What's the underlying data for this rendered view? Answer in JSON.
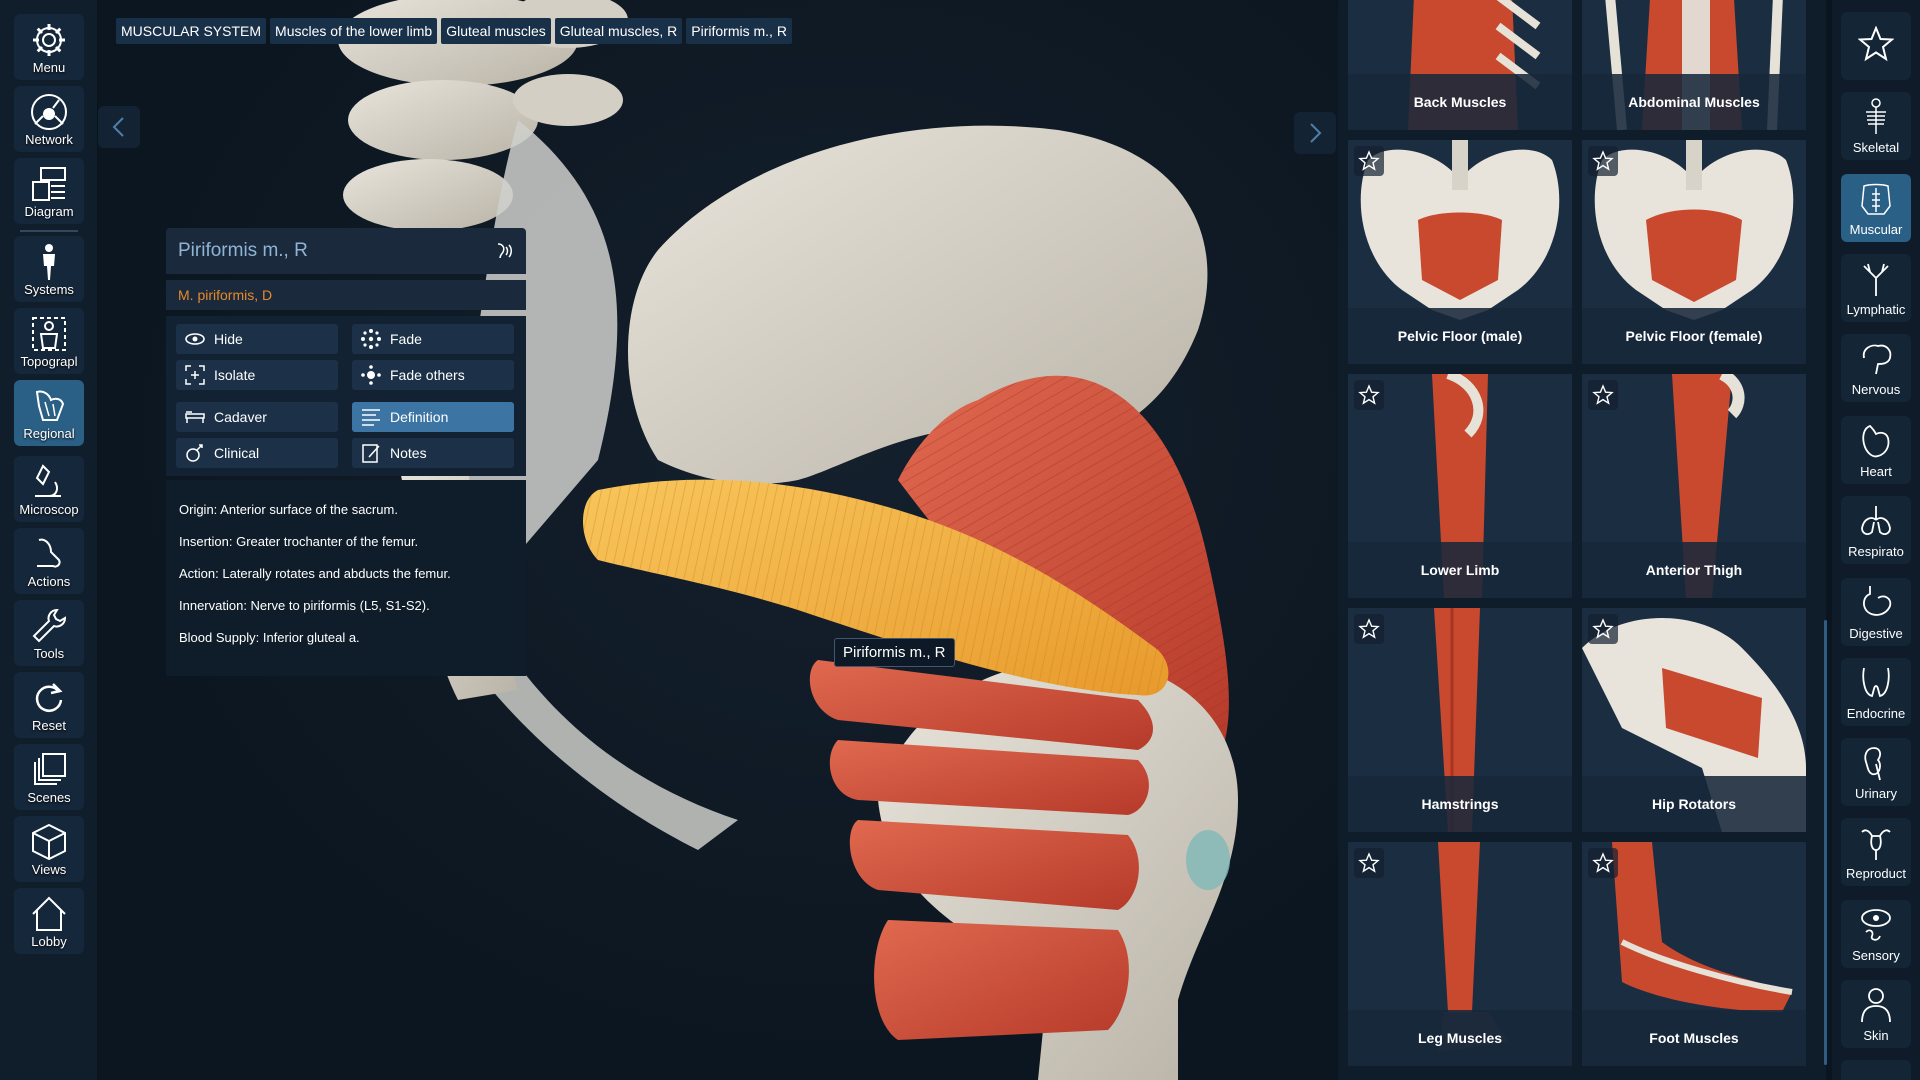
{
  "breadcrumb": [
    "MUSCULAR SYSTEM",
    "Muscles of the lower limb",
    "Gluteal muscles",
    "Gluteal muscles, R",
    "Piriformis m., R"
  ],
  "left_nav": [
    {
      "label": "Menu",
      "icon": "gear-icon"
    },
    {
      "label": "Network",
      "icon": "network-icon"
    },
    {
      "label": "Diagram",
      "icon": "diagram-icon"
    },
    {
      "label": "Systems",
      "icon": "person-icon"
    },
    {
      "label": "Topograpl",
      "icon": "topography-icon"
    },
    {
      "label": "Regional",
      "icon": "regional-icon",
      "active": true
    },
    {
      "label": "Microscop",
      "icon": "microscope-icon"
    },
    {
      "label": "Actions",
      "icon": "actions-icon"
    },
    {
      "label": "Tools",
      "icon": "wrench-icon"
    },
    {
      "label": "Reset",
      "icon": "reset-icon"
    },
    {
      "label": "Scenes",
      "icon": "scenes-icon"
    },
    {
      "label": "Views",
      "icon": "cube-icon"
    },
    {
      "label": "Lobby",
      "icon": "home-icon"
    }
  ],
  "info": {
    "title": "Piriformis m., R",
    "latin": "M. piriformis, D",
    "actions": [
      {
        "label": "Hide",
        "icon": "eye-icon"
      },
      {
        "label": "Fade",
        "icon": "fade-icon"
      },
      {
        "label": "Isolate",
        "icon": "isolate-icon"
      },
      {
        "label": "Fade others",
        "icon": "fade-others-icon"
      },
      {
        "label": "Cadaver",
        "icon": "cadaver-icon"
      },
      {
        "label": "Definition",
        "icon": "definition-icon",
        "selected": true
      },
      {
        "label": "Clinical",
        "icon": "clinical-icon"
      },
      {
        "label": "Notes",
        "icon": "notes-icon"
      }
    ],
    "definition": [
      "Origin: Anterior surface of the sacrum.",
      "Insertion: Greater trochanter of the femur.",
      "Action: Laterally rotates and abducts the femur.",
      "Innervation: Nerve to piriformis (L5, S1-S2).",
      "Blood Supply: Inferior gluteal a."
    ]
  },
  "tooltip": "Piriformis m., R",
  "gallery": [
    {
      "label": "Back Muscles"
    },
    {
      "label": "Abdominal Muscles"
    },
    {
      "label": "Pelvic Floor (male)"
    },
    {
      "label": "Pelvic Floor (female)"
    },
    {
      "label": "Lower Limb"
    },
    {
      "label": "Anterior Thigh"
    },
    {
      "label": "Hamstrings"
    },
    {
      "label": "Hip Rotators"
    },
    {
      "label": "Leg Muscles"
    },
    {
      "label": "Foot Muscles"
    }
  ],
  "right_nav": [
    {
      "label": "",
      "icon": "star-icon"
    },
    {
      "label": "Skeletal",
      "icon": "skeleton-icon"
    },
    {
      "label": "Muscular",
      "icon": "muscle-icon",
      "active": true
    },
    {
      "label": "Lymphatic",
      "icon": "lymphatic-icon"
    },
    {
      "label": "Nervous",
      "icon": "brain-icon"
    },
    {
      "label": "Heart",
      "icon": "heart-icon"
    },
    {
      "label": "Respirato",
      "icon": "lungs-icon"
    },
    {
      "label": "Digestive",
      "icon": "stomach-icon"
    },
    {
      "label": "Endocrine",
      "icon": "thyroid-icon"
    },
    {
      "label": "Urinary",
      "icon": "kidney-icon"
    },
    {
      "label": "Reproduct",
      "icon": "uterus-icon"
    },
    {
      "label": "Sensory",
      "icon": "ear-icon"
    },
    {
      "label": "Skin",
      "icon": "skin-icon"
    }
  ]
}
